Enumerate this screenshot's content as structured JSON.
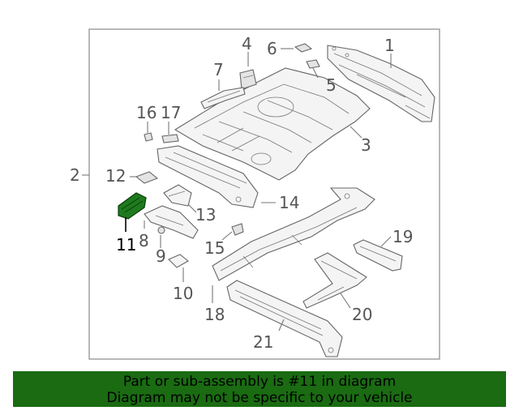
{
  "diagram": {
    "callouts": {
      "p1": "1",
      "p2": "2",
      "p3": "3",
      "p4": "4",
      "p5": "5",
      "p6": "6",
      "p7": "7",
      "p8": "8",
      "p9": "9",
      "p10": "10",
      "p11": "11",
      "p12": "12",
      "p13": "13",
      "p14": "14",
      "p15": "15",
      "p16": "16",
      "p17": "17",
      "p18": "18",
      "p19": "19",
      "p20": "20",
      "p21": "21"
    },
    "highlighted_part": "11",
    "highlight_color": "#1e7a1e"
  },
  "banner": {
    "line1": "Part or sub-assembly is #11 in diagram",
    "line2": "Diagram may not be specific to your vehicle",
    "background_color": "#1a6b12"
  }
}
